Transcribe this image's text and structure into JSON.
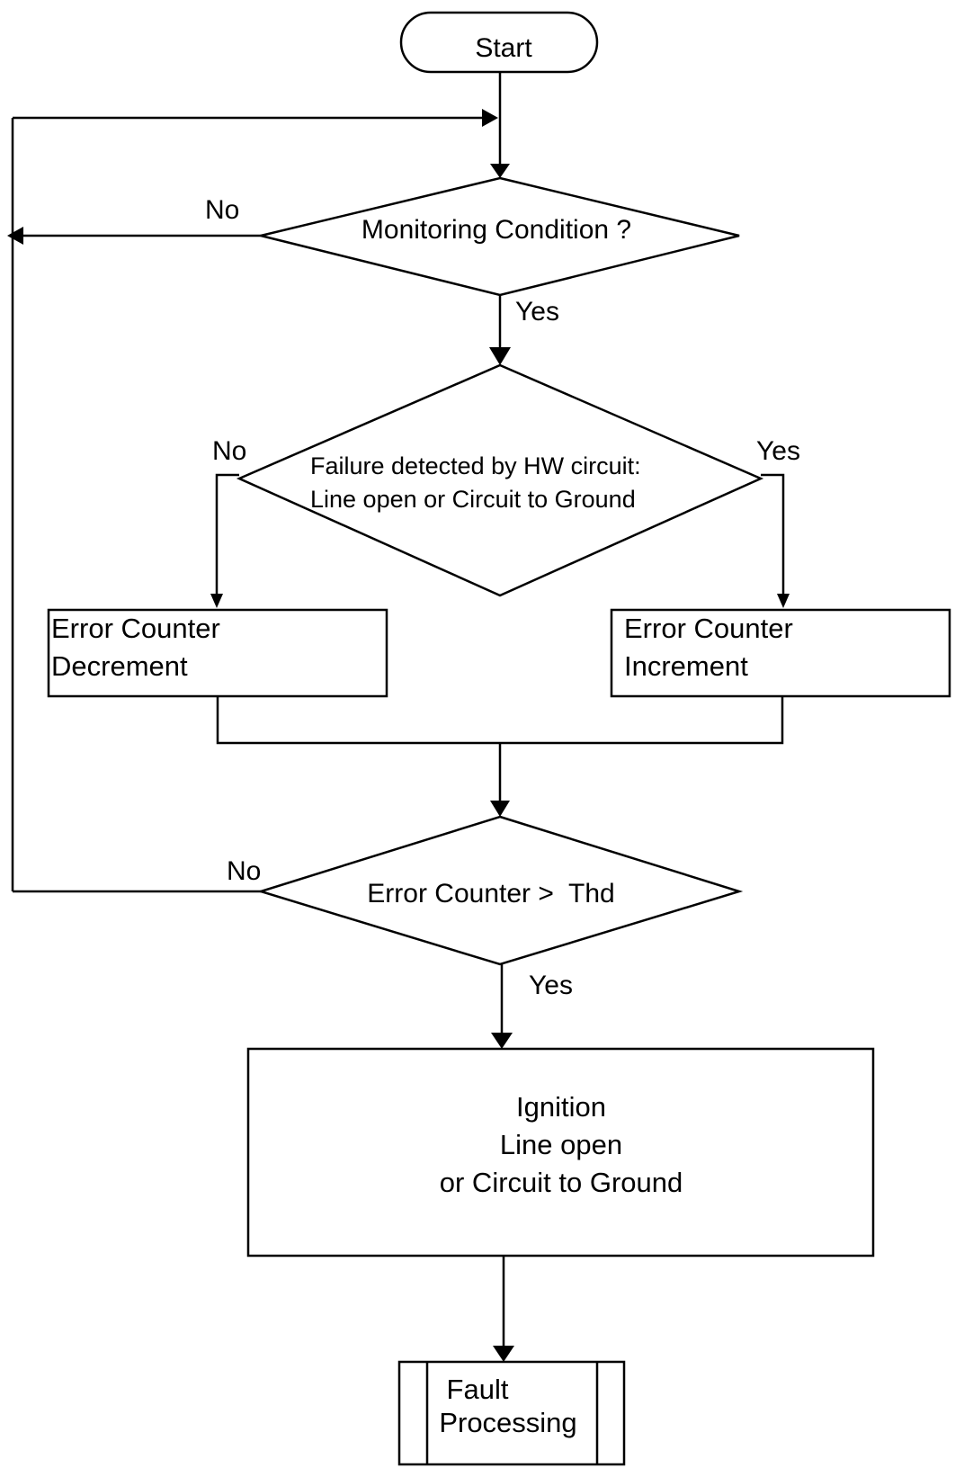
{
  "flowchart": {
    "start": "Start",
    "decision_monitoring": "Monitoring Condition ?",
    "decision_failure": {
      "line1": "Failure detected by HW circuit:",
      "line2": "Line open or Circuit to Ground"
    },
    "process_decrement": {
      "line1": "Error Counter",
      "line2": "Decrement"
    },
    "process_increment": {
      "line1": "Error Counter",
      "line2": "Increment"
    },
    "decision_threshold": "Error Counter >  Thd",
    "process_ignition": {
      "line1": "Ignition",
      "line2": "Line open",
      "line3": "or Circuit to Ground"
    },
    "subprocess_fault": {
      "line1": "Fault",
      "line2": "Processing"
    },
    "labels": {
      "monitoring_no": "No",
      "monitoring_yes": "Yes",
      "failure_no": "No",
      "failure_yes": "Yes",
      "threshold_no": "No",
      "threshold_yes": "Yes"
    }
  }
}
